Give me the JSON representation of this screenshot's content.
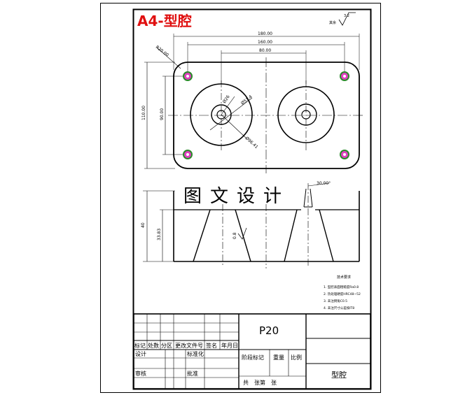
{
  "header": {
    "title": "A4-型腔"
  },
  "watermark": "图文设计",
  "roughness": {
    "label": "其余",
    "value": "3.2"
  },
  "dimensions": {
    "overall_width": "180.00",
    "hole_span": "160.00",
    "cavity_span": "80.00",
    "height_outer": "110.00",
    "height_inner": "90.00",
    "corner_radius": "R20.00",
    "dia_small": "Ø26",
    "dia_large": "Ø51.4",
    "dia_outer": "Ø96.41",
    "side_angle": "30.00°",
    "section_total": "40",
    "section_depth": "33.83",
    "draft": "0.8"
  },
  "notes": {
    "title": "技术要求",
    "items": [
      "1. 型腔表面粗糙度Ra0.8",
      "2. 热处理硬度HRC48~52",
      "3. 未注倒角C0.5",
      "4. 未注尺寸公差按IT8"
    ]
  },
  "title_block": {
    "part_no": "P20",
    "part_name": "型腔",
    "headers": [
      "标记",
      "处数",
      "分区",
      "更改文件号",
      "签名",
      "年月日"
    ],
    "design": "设计",
    "standardize": "标准化",
    "check": "审核",
    "approve": "批准",
    "stage_mark": "阶段标记",
    "weight": "重量",
    "scale": "比例",
    "sheets": "共　张第　张"
  }
}
